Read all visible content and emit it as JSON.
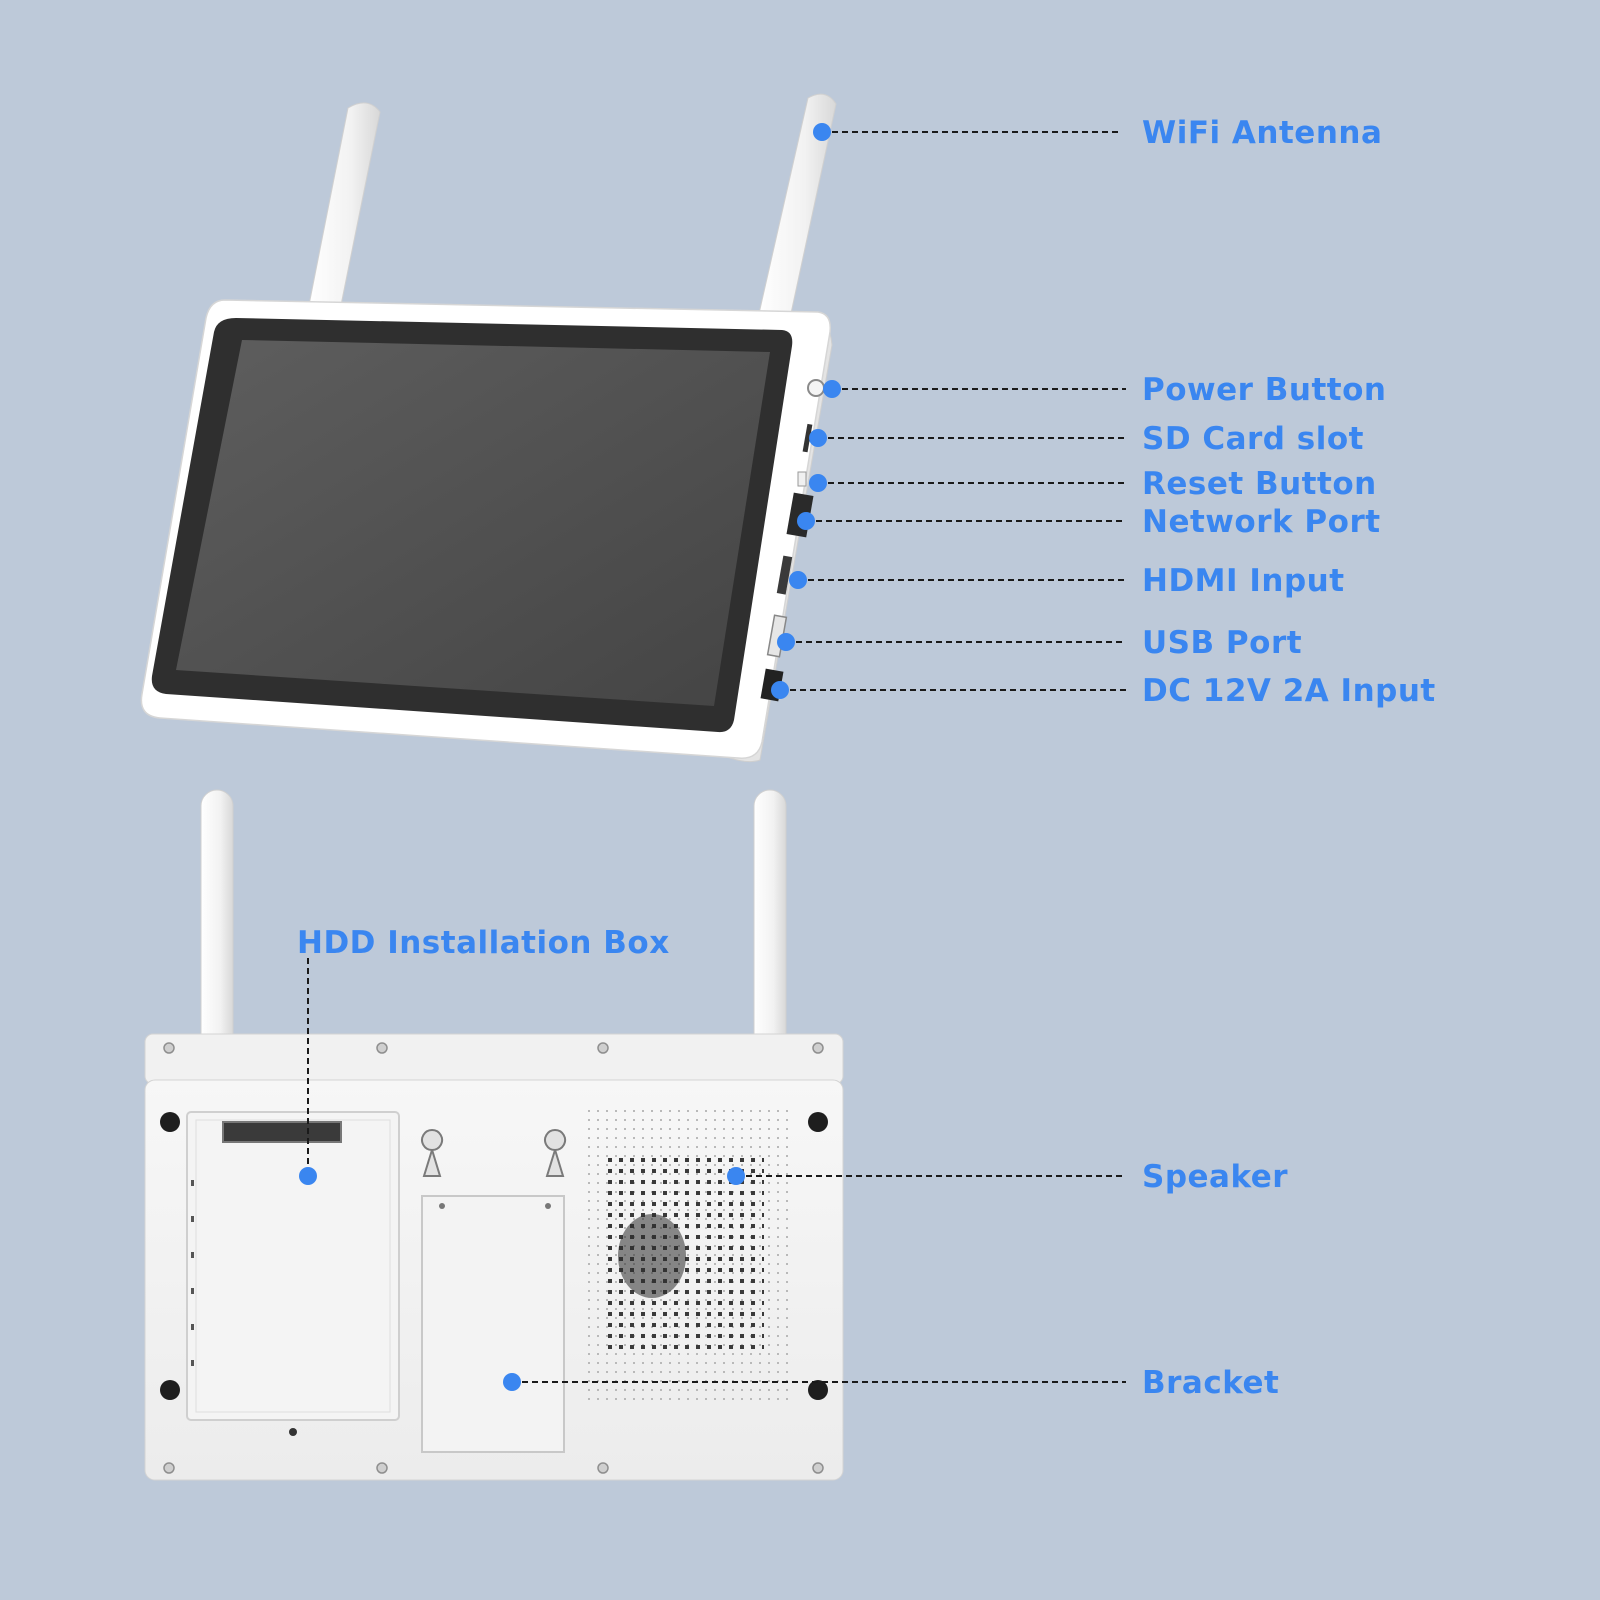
{
  "diagram": {
    "accent_color": "#3a86f0",
    "background_color": "#bdc9d9",
    "callouts": {
      "wifi_antenna": "WiFi Antenna",
      "power_button": "Power Button",
      "sd_card_slot": "SD Card slot",
      "reset_button": "Reset Button",
      "network_port": "Network Port",
      "hdmi_input": "HDMI Input",
      "usb_port": "USB Port",
      "dc_input": "DC 12V 2A Input",
      "hdd_installation_box": "HDD Installation Box",
      "speaker": "Speaker",
      "bracket": "Bracket"
    }
  }
}
